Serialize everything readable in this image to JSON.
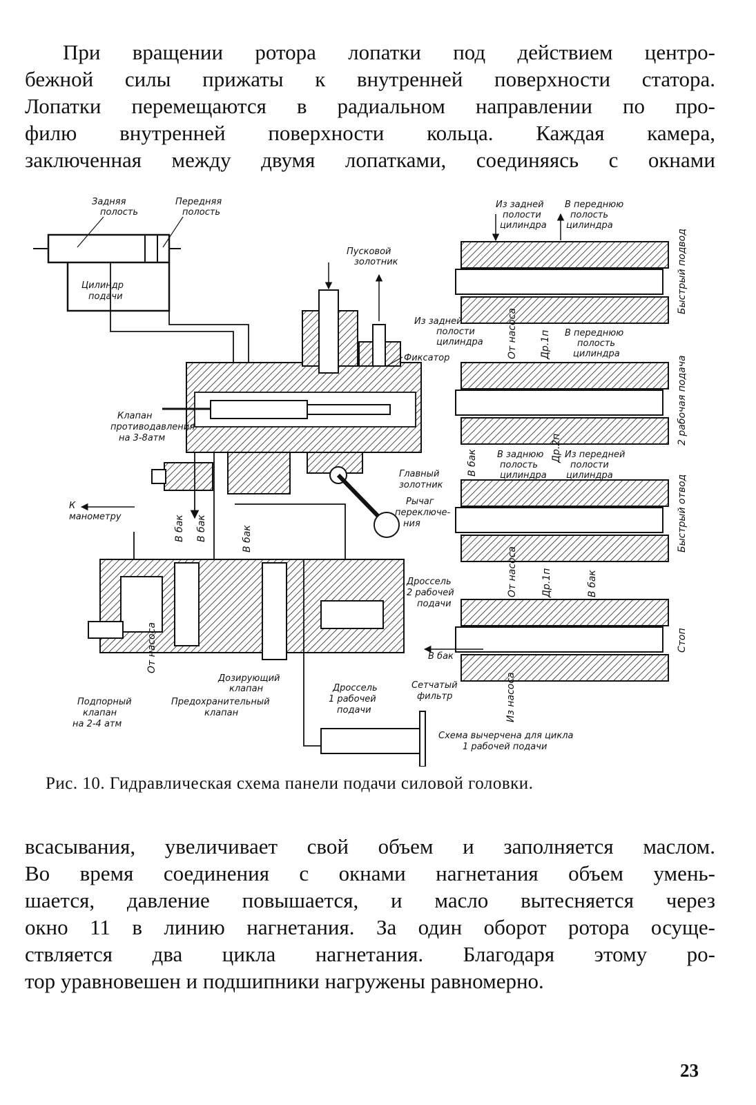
{
  "page": {
    "top_paragraph": [
      "При вращении ротора лопатки под действием центро-",
      "бежной силы прижаты к внутренней поверхности статора.",
      "Лопатки перемещаются в радиальном направлении по про-",
      "филю внутренней поверхности кольца. Каждая камера,",
      "заключенная между двумя лопатками, соединяясь с окнами"
    ],
    "bottom_paragraph": [
      "всасывания, увеличивает свой объем и заполняется маслом.",
      "Во время соединения с окнами нагнетания объем умень-",
      "шается, давление повышается, и масло вытесняется через",
      "окно 11 в линию нагнетания. За один оборот ротора осуще-",
      "ствляется два цикла нагнетания. Благодаря этому ро-",
      "тор уравновешен и подшипники нагружены равномерно."
    ],
    "caption": "Рис. 10. Гидравлическая схема панели подачи силовой головки.",
    "page_number": "23"
  },
  "figure": {
    "labels": {
      "rear_cavity": [
        "Задняя",
        "полость"
      ],
      "front_cavity": [
        "Передняя",
        "полость"
      ],
      "feed_cylinder": [
        "Цилиндр",
        "подачи"
      ],
      "start_valve": [
        "Пусковой",
        "золотник"
      ],
      "latch": "Фиксатор",
      "backpressure_valve": [
        "Клапан",
        "противодавления",
        "на 3-8атм"
      ],
      "main_valve": [
        "Главный",
        "золотник"
      ],
      "switch_lever": [
        "Рычаг",
        "переключе-",
        "ния"
      ],
      "to_gauge": [
        "К",
        "манометру"
      ],
      "to_tank": "В бак",
      "from_pump": "От насоса",
      "throttle_2": [
        "Дроссель",
        "2 рабочей",
        "подачи"
      ],
      "throttle_1": [
        "Дроссель",
        "1 рабочей",
        "подачи"
      ],
      "mesh_filter": [
        "Сетчатый",
        "фильтр"
      ],
      "metering_valve": [
        "Дозирующий",
        "клапан"
      ],
      "relief_valve": [
        "Предохранительный",
        "клапан"
      ],
      "support_valve": [
        "Подпорный",
        "клапан",
        "на 2-4 атм"
      ],
      "scheme_note": [
        "Схема вычерчена для цикла",
        "1 рабочей подачи"
      ],
      "from_rear_cyl": [
        "Из задней",
        "полости",
        "цилиндра"
      ],
      "to_front_cyl": [
        "В переднюю",
        "полость",
        "цилиндра"
      ],
      "to_rear_cyl": [
        "В заднюю",
        "полость",
        "цилиндра"
      ],
      "from_front_cyl": [
        "Из передней",
        "полости",
        "цилиндра"
      ],
      "from_rear_cyl_2": [
        "Из задней",
        "полости",
        "цилиндра"
      ],
      "to_front_cyl_2": [
        "В переднюю",
        "полость",
        "цилиндра"
      ],
      "dr1p": "Др.1п",
      "dr2p": "Др.2п",
      "from_pump_2": "Из насоса",
      "mode_fast_approach": "Быстрый подвод",
      "mode_work_feed_2": "2 рабочая подача",
      "mode_fast_return": "Быстрый отвод",
      "mode_stop": "Стоп"
    }
  }
}
